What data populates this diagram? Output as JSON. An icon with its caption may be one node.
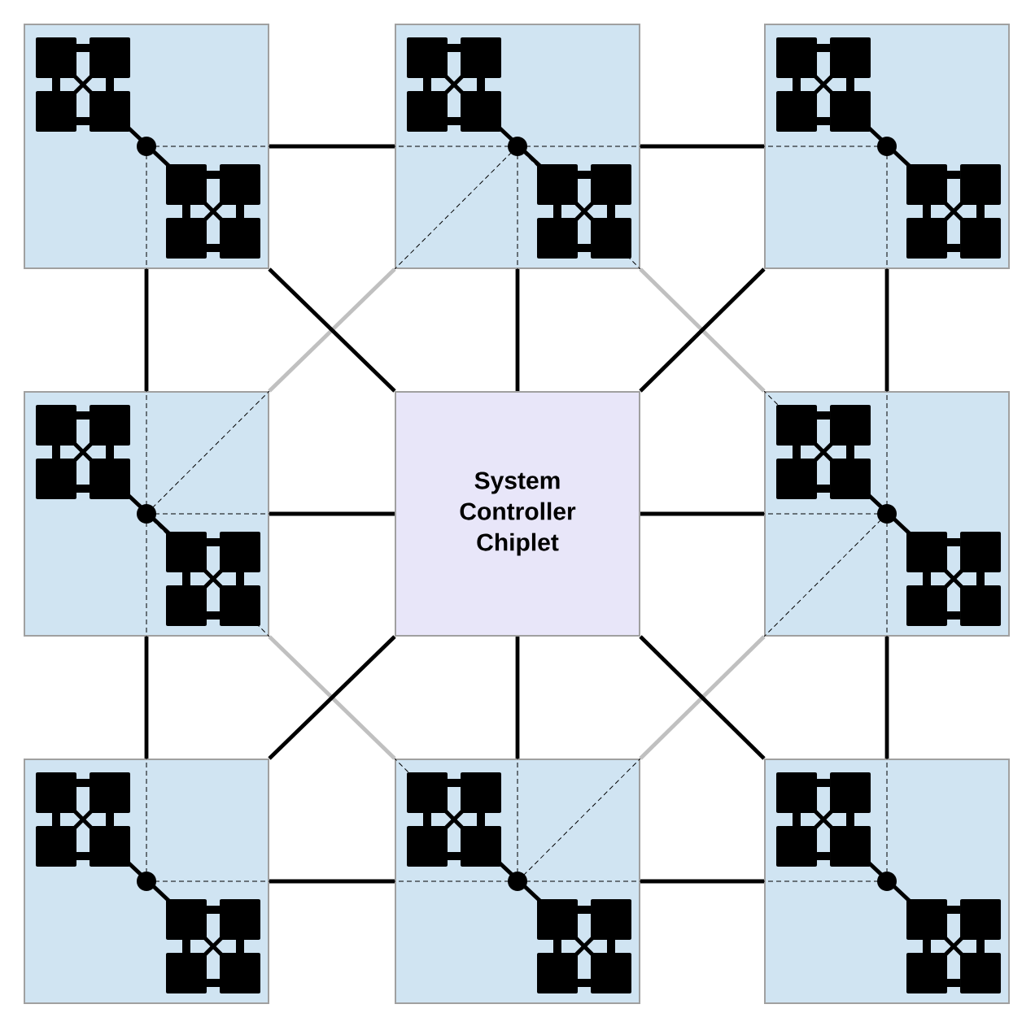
{
  "diagram": {
    "nodes": [
      {
        "text": [],
        "shape": "box"
      },
      {
        "text": [],
        "shape": "box"
      },
      {
        "text": [],
        "shape": "box"
      },
      {
        "text": [],
        "shape": "box"
      },
      {
        "text": [
          "System Controller Chiplet"
        ]
      },
      {
        "text": [],
        "shape": "box"
      },
      {
        "text": [],
        "shape": "box"
      },
      {
        "text": [],
        "shape": "box"
      },
      {
        "text": [],
        "shape": "box"
      }
    ],
    "edges": [
      {
        "from": 0,
        "to": 1,
        "arrow": "none"
      },
      {
        "from": 1,
        "to": 2,
        "arrow": "none"
      },
      {
        "from": 0,
        "to": 3,
        "arrow": "none"
      },
      {
        "from": 0,
        "to": 4,
        "arrow": "none"
      },
      {
        "from": 1,
        "to": 3,
        "arrow": "none",
        "color": "#c0c0c0"
      },
      {
        "from": 1,
        "to": 4,
        "arrow": "none"
      },
      {
        "from": 1,
        "to": 5,
        "arrow": "none",
        "color": "#c0c0c0"
      },
      {
        "from": 2,
        "to": 4,
        "arrow": "none"
      },
      {
        "from": 2,
        "to": 5,
        "arrow": "none"
      },
      {
        "from": 3,
        "to": 4,
        "arrow": "none"
      },
      {
        "from": 4,
        "to": 5,
        "arrow": "none"
      },
      {
        "from": 3,
        "to": 6,
        "arrow": "none"
      },
      {
        "from": 3,
        "to": 7,
        "arrow": "none",
        "color": "#c0c0c0"
      },
      {
        "from": 4,
        "to": 6,
        "arrow": "none"
      },
      {
        "from": 4,
        "to": 7,
        "arrow": "none"
      },
      {
        "from": 4,
        "to": 8,
        "arrow": "none"
      },
      {
        "from": 5,
        "to": 7,
        "arrow": "none",
        "color": "#c0c0c0"
      },
      {
        "from": 5,
        "to": 8,
        "arrow": "none"
      },
      {
        "from": 6,
        "to": 7,
        "arrow": "none"
      },
      {
        "from": 7,
        "to": 8,
        "arrow": "none"
      }
    ]
  }
}
